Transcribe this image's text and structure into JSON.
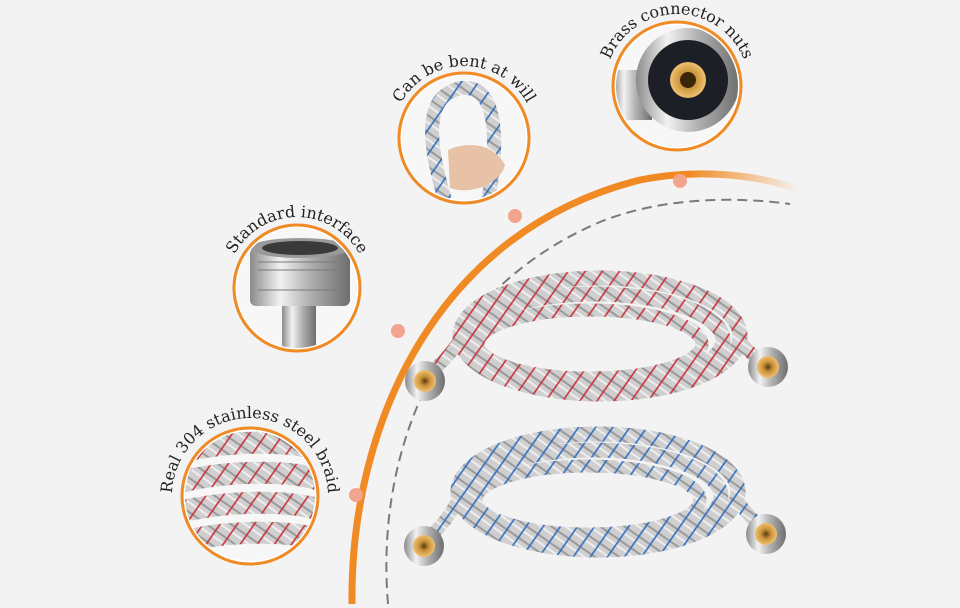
{
  "callouts": {
    "brass": "Brass connector nuts",
    "bent": "Can be bent at will",
    "interface": "Standard interface",
    "braid": "Real 304 stainless steel braid"
  },
  "colors": {
    "background": "#f3f3f3",
    "accent_orange": "#f08a24",
    "dot_pink": "#f2a48c",
    "dashed_gray": "#7a7a7a",
    "hose_red_stripe": "#c8323a",
    "hose_blue_stripe": "#2f6fc4",
    "brass": "#c9923a"
  }
}
